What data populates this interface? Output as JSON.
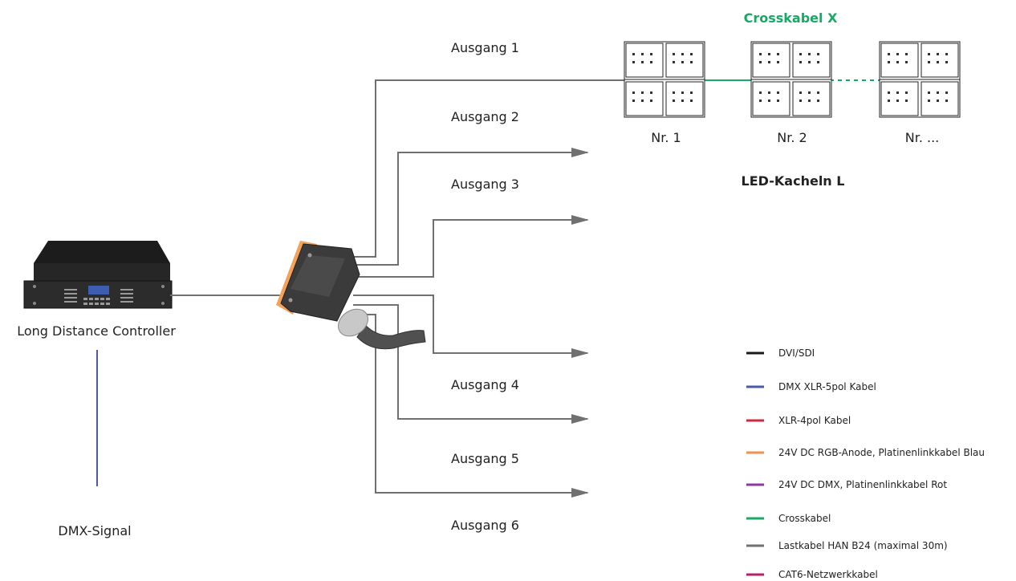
{
  "controller_label": "Long Distance Controller",
  "dmx_signal_label": "DMX-Signal",
  "outputs": [
    "Ausgang 1",
    "Ausgang 2",
    "Ausgang 3",
    "Ausgang 4",
    "Ausgang 5",
    "Ausgang 6"
  ],
  "crosskabel_label": "Crosskabel X",
  "tiles": [
    "Nr. 1",
    "Nr. 2",
    "Nr. ..."
  ],
  "tiles_group_label": "LED-Kacheln L",
  "legend": [
    {
      "label": "DVI/SDI",
      "color": "#1a1a1a"
    },
    {
      "label": "DMX XLR-5pol Kabel",
      "color": "#4a5aa8"
    },
    {
      "label": "XLR-4pol Kabel",
      "color": "#d0283c"
    },
    {
      "label": "24V DC RGB-Anode, Platinenlinkkabel Blau",
      "color": "#f0914a"
    },
    {
      "label": "24V DC DMX, Platinenlinkkabel Rot",
      "color": "#8c3a9c"
    },
    {
      "label": "Crosskabel",
      "color": "#1aa866"
    },
    {
      "label": "Lastkabel HAN B24 (maximal 30m)",
      "color": "#707070"
    },
    {
      "label": "CAT6-Netzwerkkabel",
      "color": "#b81e6e"
    }
  ],
  "colors": {
    "load_cable": "#707070",
    "crosskabel": "#1aa866",
    "dmx_cable": "#4a5aa8"
  }
}
